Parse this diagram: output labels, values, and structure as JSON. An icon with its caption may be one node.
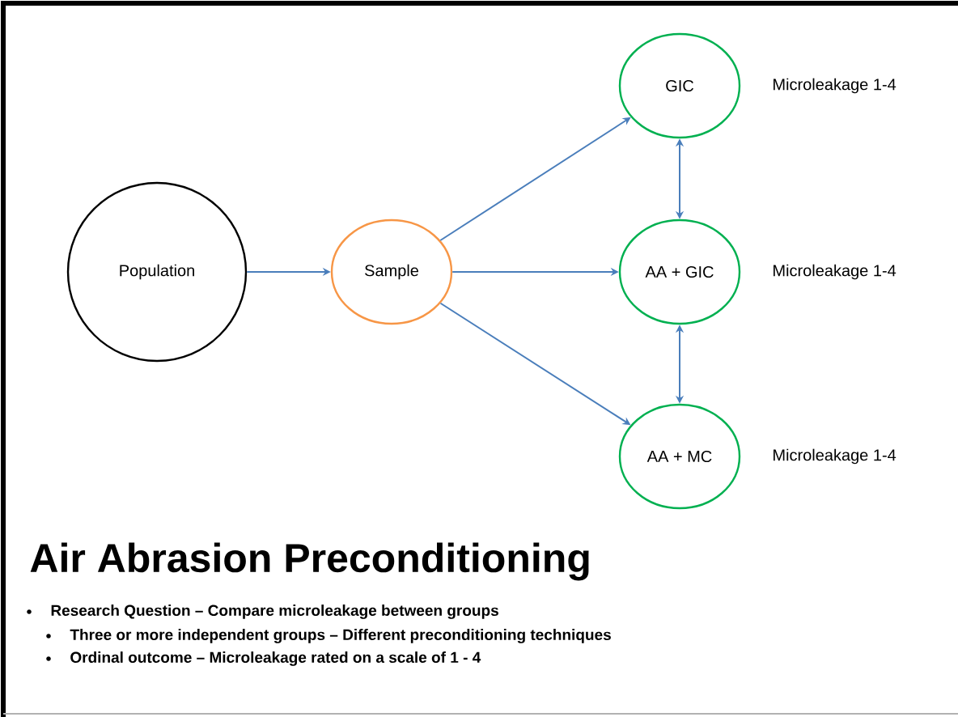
{
  "diagram": {
    "title": "Air Abrasion Preconditioning",
    "nodes": [
      {
        "text": [
          "Population"
        ]
      },
      {
        "text": [
          "Sample"
        ]
      },
      {
        "text": [
          "GIC"
        ],
        "beside": [
          "Microleakage 1-4"
        ]
      },
      {
        "text": [
          "AA + GIC"
        ],
        "beside": [
          "Microleakage 1-4"
        ]
      },
      {
        "text": [
          "AA + MC"
        ],
        "beside": [
          "Microleakage 1-4"
        ]
      }
    ],
    "edges": [
      {
        "from": 0,
        "to": 1,
        "arrow": "to"
      },
      {
        "from": 1,
        "to": 2,
        "arrow": "to"
      },
      {
        "from": 1,
        "to": 3,
        "arrow": "to"
      },
      {
        "from": 1,
        "to": 4,
        "arrow": "to"
      },
      {
        "from": 2,
        "to": 3,
        "arrow": "both"
      },
      {
        "from": 3,
        "to": 4,
        "arrow": "both"
      }
    ],
    "labels": [
      "Research Question – Compare microleakage between groups",
      "Three or more independent groups – Different preconditioning techniques",
      "Ordinal outcome – Microleakage rated on a scale of 1 - 4"
    ]
  }
}
